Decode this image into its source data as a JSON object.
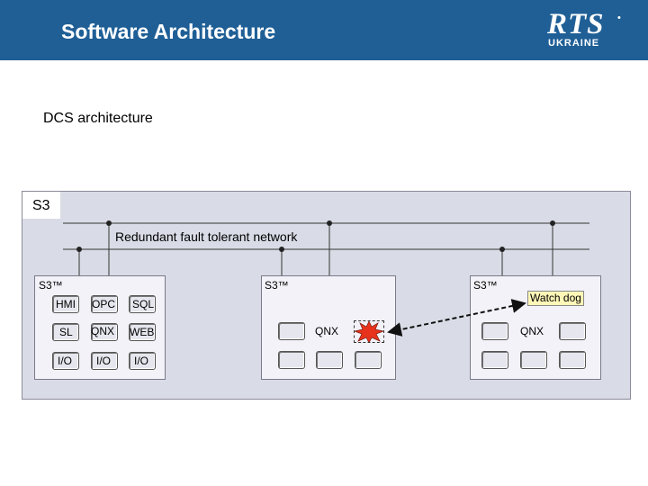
{
  "header": {
    "title": "Software Architecture",
    "logo_text": "RTS",
    "logo_subtext": "UKRAINE",
    "logo_mark": "•",
    "color": "#1f5f96"
  },
  "subtitle": "DCS architecture",
  "s3": {
    "label": "S3",
    "network_label": "Redundant fault tolerant network"
  },
  "nodes": [
    {
      "label": "S3™",
      "modules": [
        [
          "HMI",
          "OPC",
          "SQL"
        ],
        [
          "SL",
          "QNX",
          "WEB"
        ],
        [
          "I/O",
          "I/O",
          "I/O"
        ]
      ]
    },
    {
      "label": "S3™",
      "modules": [
        [
          "",
          "QNX",
          ""
        ],
        [
          "",
          "",
          ""
        ]
      ]
    },
    {
      "label": "S3™",
      "modules": [
        [
          "",
          "QNX",
          ""
        ],
        [
          "",
          "",
          ""
        ]
      ]
    }
  ],
  "watchdog_label": "Watch dog",
  "colors": {
    "network_line": "#333333",
    "failure_burst": "#e8331c",
    "watchdog_bg": "#fff7b8"
  }
}
